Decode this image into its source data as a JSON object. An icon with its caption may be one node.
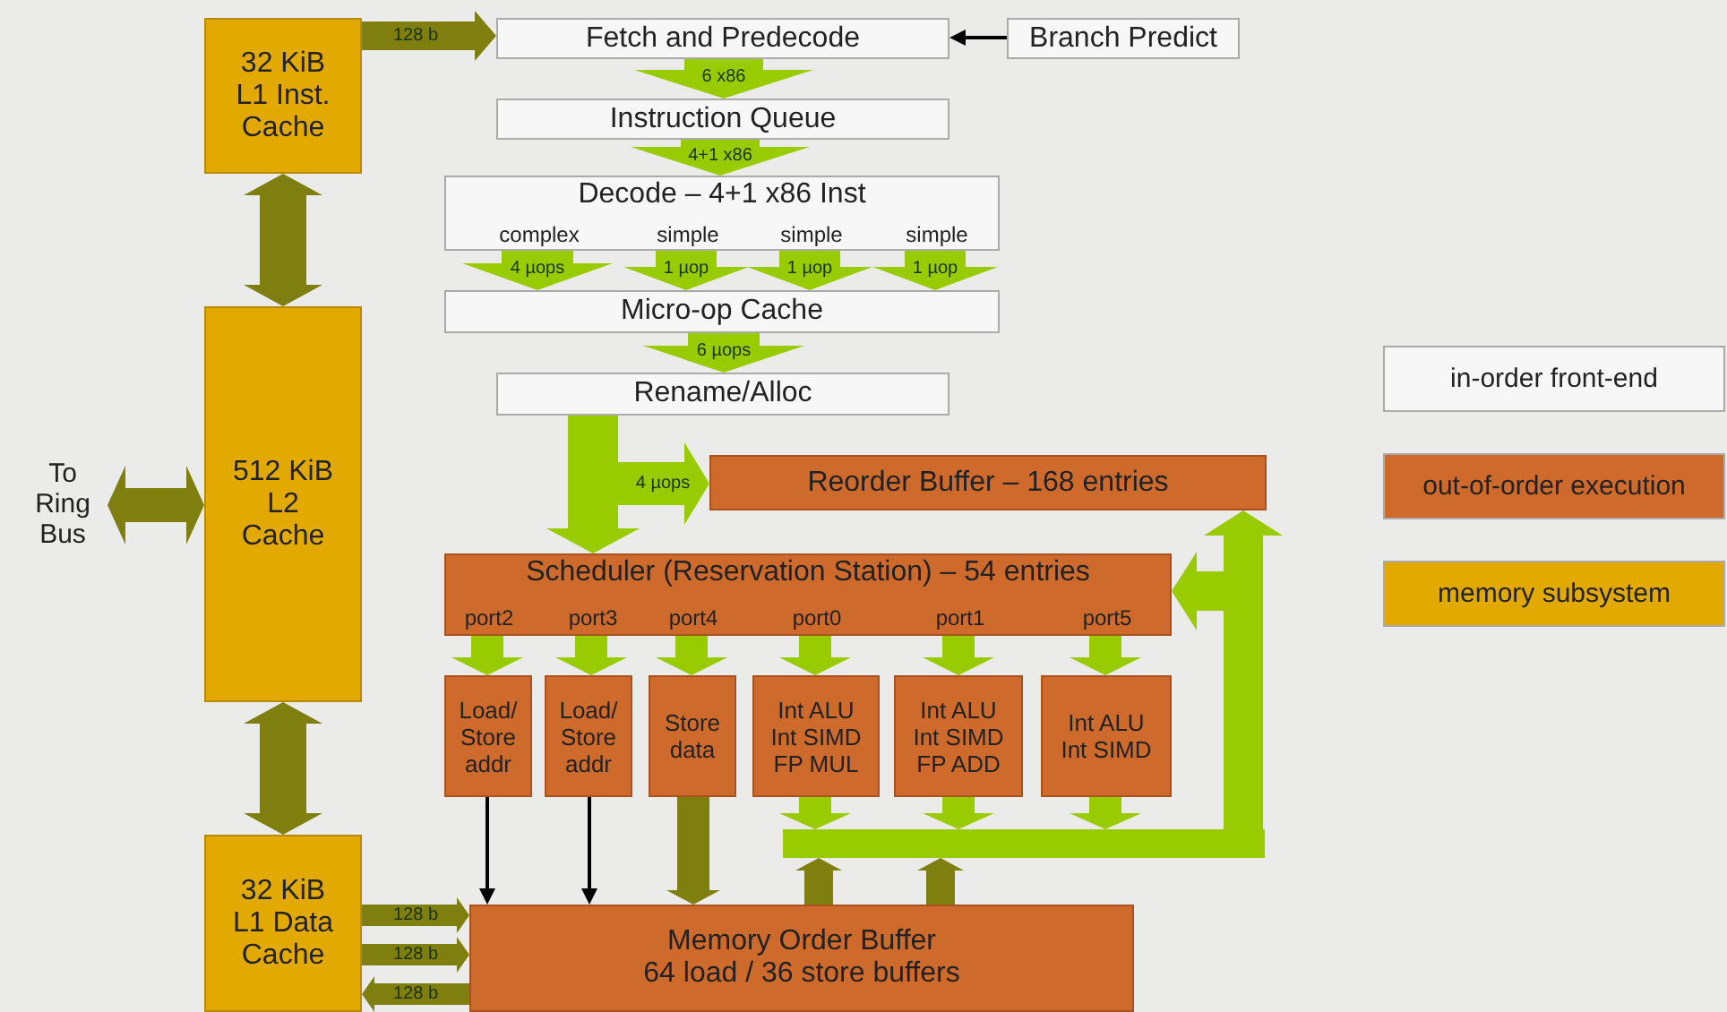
{
  "diagram": {
    "nodes": [
      {
        "text": [
          "32 KiB L1 Inst. Cache"
        ]
      },
      {
        "text": [
          "Fetch and Predecode"
        ]
      },
      {
        "text": [
          "Branch Predict"
        ]
      },
      {
        "text": [
          "Instruction Queue"
        ]
      },
      {
        "text": [
          "Decode – 4+1 x86 Inst",
          "complex",
          "simple",
          "simple",
          "simple"
        ]
      },
      {
        "text": [
          "Micro-op Cache"
        ]
      },
      {
        "text": [
          "Rename/Alloc"
        ]
      },
      {
        "text": [
          "512 KiB L2 Cache"
        ]
      },
      {
        "text": [
          "To Ring Bus"
        ]
      },
      {
        "text": [
          "Reorder Buffer – 168 entries"
        ]
      },
      {
        "text": [
          "Scheduler (Reservation Station) – 54 entries",
          "port2",
          "port3",
          "port4",
          "port0",
          "port1",
          "port5"
        ]
      },
      {
        "text": [
          "Load/ Store addr"
        ]
      },
      {
        "text": [
          "Load/ Store addr"
        ]
      },
      {
        "text": [
          "Store data"
        ]
      },
      {
        "text": [
          "Int ALU Int SIMD FP MUL"
        ]
      },
      {
        "text": [
          "Int ALU Int SIMD FP ADD"
        ]
      },
      {
        "text": [
          "Int ALU Int SIMD"
        ]
      },
      {
        "text": [
          "32 KiB L1 Data Cache"
        ]
      },
      {
        "text": [
          "Memory Order Buffer",
          "64 load / 36 store buffers"
        ]
      },
      {
        "text": [],
        "shape": "bar"
      }
    ],
    "edges": [
      {
        "from": 0,
        "to": 1,
        "arrow": "to",
        "label": "128 b",
        "color": "#7f7f0f"
      },
      {
        "from": 2,
        "to": 1,
        "arrow": "to",
        "color": "#000000"
      },
      {
        "from": 1,
        "to": 3,
        "arrow": "to",
        "label": "6 x86",
        "style": "thick"
      },
      {
        "from": 3,
        "to": 4,
        "arrow": "to",
        "label": "4+1 x86",
        "style": "thick"
      },
      {
        "from": 4,
        "to": 5,
        "arrow": "to",
        "label": "4 µops",
        "style": "thick"
      },
      {
        "from": 4,
        "to": 5,
        "arrow": "to",
        "label": "1 µop",
        "style": "thick"
      },
      {
        "from": 4,
        "to": 5,
        "arrow": "to",
        "label": "1 µop",
        "style": "thick"
      },
      {
        "from": 4,
        "to": 5,
        "arrow": "to",
        "label": "1 µop",
        "style": "thick"
      },
      {
        "from": 5,
        "to": 6,
        "arrow": "to",
        "label": "6 µops",
        "style": "thick"
      },
      {
        "from": 6,
        "to": 9,
        "arrow": "to",
        "label": "4 µops"
      },
      {
        "from": 6,
        "to": 10,
        "arrow": "to"
      },
      {
        "from": 10,
        "to": 11,
        "arrow": "to"
      },
      {
        "from": 10,
        "to": 12,
        "arrow": "to"
      },
      {
        "from": 10,
        "to": 13,
        "arrow": "to"
      },
      {
        "from": 10,
        "to": 14,
        "arrow": "to"
      },
      {
        "from": 10,
        "to": 15,
        "arrow": "to"
      },
      {
        "from": 10,
        "to": 16,
        "arrow": "to"
      },
      {
        "from": 13,
        "to": 18,
        "arrow": "to",
        "color": "#7f7f0f"
      },
      {
        "from": 11,
        "to": 18,
        "arrow": "to",
        "color": "#000000"
      },
      {
        "from": 12,
        "to": 18,
        "arrow": "to",
        "color": "#000000"
      },
      {
        "from": 14,
        "to": 19,
        "arrow": "to"
      },
      {
        "from": 15,
        "to": 19,
        "arrow": "to"
      },
      {
        "from": 16,
        "to": 19,
        "arrow": "to"
      },
      {
        "from": 18,
        "to": 19,
        "arrow": "to",
        "color": "#7f7f0f"
      },
      {
        "from": 18,
        "to": 19,
        "arrow": "to",
        "color": "#7f7f0f"
      },
      {
        "from": 19,
        "to": 9,
        "arrow": "to"
      },
      {
        "from": 19,
        "to": 10,
        "arrow": "to"
      },
      {
        "from": 0,
        "to": 7,
        "arrow": "both",
        "color": "#7f7f0f"
      },
      {
        "from": 7,
        "to": 17,
        "arrow": "both",
        "color": "#7f7f0f"
      },
      {
        "from": 7,
        "to": 8,
        "arrow": "both",
        "color": "#7f7f0f"
      },
      {
        "from": 17,
        "to": 18,
        "arrow": "to",
        "label": "128 b",
        "color": "#7f7f0f"
      },
      {
        "from": 17,
        "to": 18,
        "arrow": "to",
        "label": "128 b",
        "color": "#7f7f0f"
      },
      {
        "from": 18,
        "to": 17,
        "arrow": "to",
        "label": "128 b",
        "color": "#7f7f0f"
      }
    ],
    "legend": [
      {
        "text": "in-order front-end",
        "color": "#f7f7f7"
      },
      {
        "text": "out-of-order execution",
        "color": "#cd6a2c"
      },
      {
        "text": "memory subsystem",
        "color": "#e2aa00"
      }
    ]
  }
}
